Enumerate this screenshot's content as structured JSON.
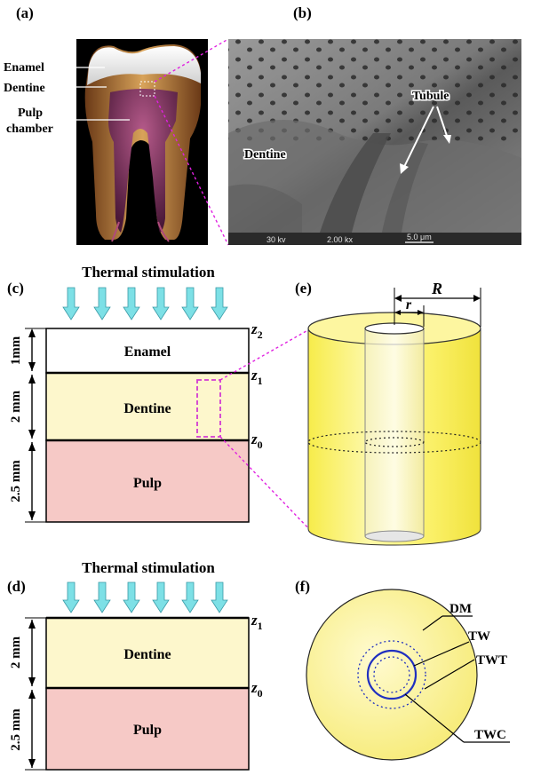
{
  "panels": {
    "a": {
      "label": "(a)",
      "callouts": [
        "Enamel",
        "Dentine",
        "Pulp",
        "chamber"
      ]
    },
    "b": {
      "label": "(b)",
      "labels": {
        "dentine": "Dentine",
        "tubule": "Tubule"
      },
      "info_bar": {
        "voltage": "30 kv",
        "magnification": "2.00 kx",
        "scale": "5.0 μm"
      }
    },
    "c": {
      "label": "(c)",
      "stimulus": "Thermal stimulation",
      "layers": [
        {
          "name": "Enamel",
          "thickness": "1mm",
          "color": "#ffffff"
        },
        {
          "name": "Dentine",
          "thickness": "2 mm",
          "color": "#fdf7cc"
        },
        {
          "name": "Pulp",
          "thickness": "2.5 mm",
          "color": "#f6c9c6"
        }
      ],
      "z_labels": [
        "z2",
        "z1",
        "z0"
      ]
    },
    "d": {
      "label": "(d)",
      "stimulus": "Thermal stimulation",
      "layers": [
        {
          "name": "Dentine",
          "thickness": "2 mm",
          "color": "#fdf7cc"
        },
        {
          "name": "Pulp",
          "thickness": "2.5 mm",
          "color": "#f6c9c6"
        }
      ],
      "z_labels": [
        "z1",
        "z0"
      ]
    },
    "e": {
      "label": "(e)",
      "dims": {
        "outer": "R",
        "inner": "r"
      }
    },
    "f": {
      "label": "(f)",
      "regions": [
        "DM",
        "TW",
        "TWT",
        "TWC"
      ]
    }
  },
  "colors": {
    "arrow": "#7de0e6",
    "cylinder": "#fbf266",
    "connector": "#e020e0",
    "twc_circle": "#2030c0"
  }
}
